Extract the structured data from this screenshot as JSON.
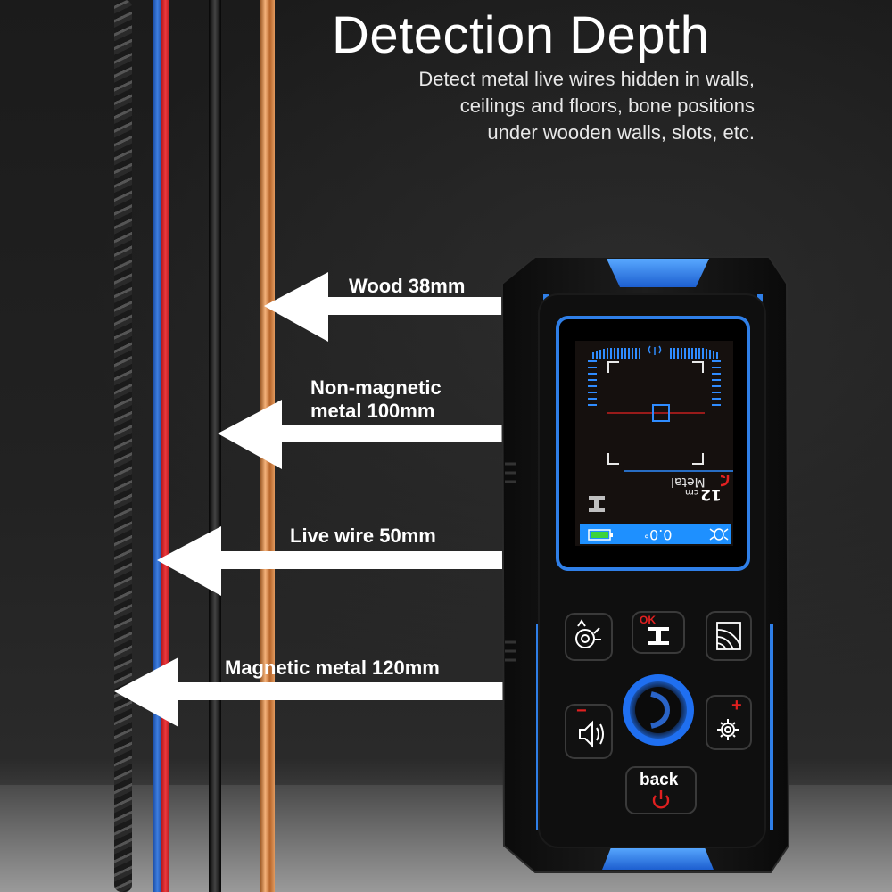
{
  "heading": {
    "title": "Detection Depth",
    "subtitle_lines": [
      "Detect metal live wires hidden in walls,",
      "ceilings and floors, bone positions",
      "under wooden walls, slots, etc."
    ]
  },
  "labels": {
    "wood": "Wood 38mm",
    "nonmagnetic_line1": "Non-magnetic",
    "nonmagnetic_line2": "metal 100mm",
    "live_wire": "Live wire 50mm",
    "magnetic": "Magnetic metal 120mm"
  },
  "device_screen": {
    "depth_value": "12",
    "depth_unit": "cm",
    "mode": "Metal",
    "reading": "0.0"
  },
  "device_buttons": {
    "ok_label": "OK",
    "minus_label": "−",
    "plus_label": "+",
    "back_label": "back"
  },
  "colors": {
    "accent_blue": "#2f7fe8",
    "screen_blue": "#1e90ff",
    "alert_red": "#e02020",
    "battery_green": "#3cd33c"
  },
  "icons": [
    "metal-detect-icon",
    "ibeam-icon",
    "wood-icon",
    "speaker-icon",
    "gear-icon",
    "power-icon",
    "battery-icon",
    "signal-icon",
    "magnet-icon",
    "bug-icon"
  ]
}
